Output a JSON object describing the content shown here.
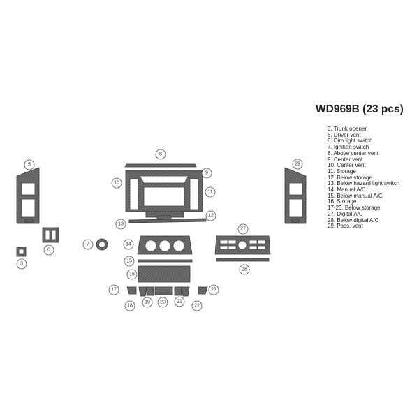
{
  "title": "WD969B (23 pcs)",
  "legend": [
    "3. Trunk opener",
    "5. Driver  vent",
    "6. Dim light switch",
    "7. Ignition switch",
    "8. Above center  vent",
    "9. Center  vent",
    "10. Center  vent",
    "11. Storage",
    "12. Below storage",
    "13. Below hazard light switch",
    "14. Manual A/C",
    "15. Below manual A/C",
    "16. Storage",
    "17-23. Below storage",
    "27. Digital A/C",
    "28. Below digital A/C",
    "29. Pass. vent"
  ],
  "callouts": {
    "c3": "3",
    "c5": "5",
    "c6": "6",
    "c7": "7",
    "c8": "8",
    "c9": "9",
    "c10": "10",
    "c11": "11",
    "c12": "12",
    "c13": "13",
    "c14": "14",
    "c15": "15",
    "c16": "16",
    "c17": "17",
    "c18": "18",
    "c19": "19",
    "c20": "20",
    "c21": "21",
    "c22": "22",
    "c23": "23",
    "c27": "27",
    "c28": "28",
    "c29": "29"
  }
}
